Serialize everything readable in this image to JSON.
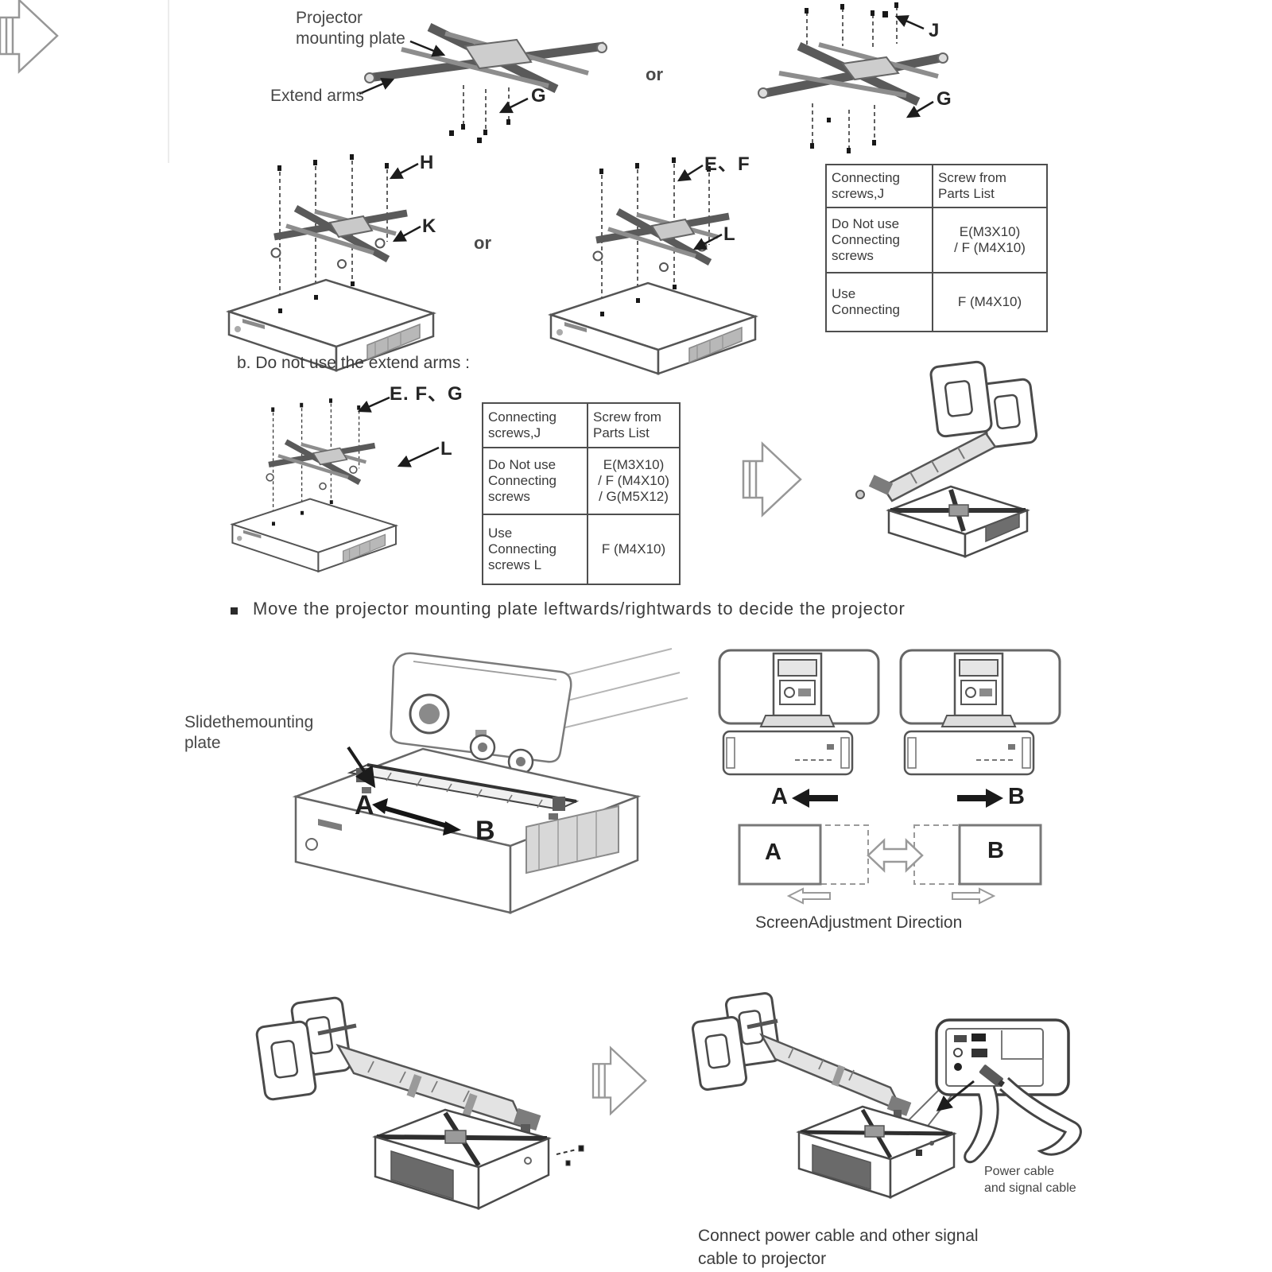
{
  "top": {
    "plate_label": "Projector\nmounting plate",
    "arms_label": "Extend arms",
    "g_left": "G",
    "or": "or",
    "j": "J",
    "g_right": "G"
  },
  "attach": {
    "h": "H",
    "k": "K",
    "or": "or",
    "ef": "E、F",
    "l": "L",
    "table": {
      "header": [
        "Connecting\nscrews,J",
        "Screw from\nParts List"
      ],
      "rows": [
        [
          "Do Not use\nConnecting\nscrews",
          "E(M3X10)\n/ F (M4X10)"
        ],
        [
          "Use\nConnecting",
          "F (M4X10)"
        ]
      ]
    }
  },
  "no_arms": {
    "heading": "b. Do not use the extend arms :",
    "efg": "E. F、G",
    "l": "L",
    "table": {
      "header": [
        "Connecting\nscrews,J",
        "Screw from\nParts List"
      ],
      "rows": [
        [
          "Do Not use\nConnecting\nscrews",
          "E(M3X10)\n/ F (M4X10)\n/ G(M5X12)"
        ],
        [
          "Use\nConnecting\nscrews L",
          "F (M4X10)"
        ]
      ]
    }
  },
  "note": {
    "bullet_text": "Move the projector mounting plate leftwards/rightwards to decide the projector"
  },
  "slide": {
    "label": "Slidethemounting\nplate",
    "a": "A",
    "b": "B"
  },
  "screen_adjust": {
    "a_dir": "A",
    "b_dir": "B",
    "box_a": "A",
    "box_b": "B",
    "caption": "ScreenAdjustment Direction"
  },
  "connect": {
    "cable_label": "Power cable\nand signal cable",
    "caption": "Connect power cable and other signal\ncable to projector"
  }
}
